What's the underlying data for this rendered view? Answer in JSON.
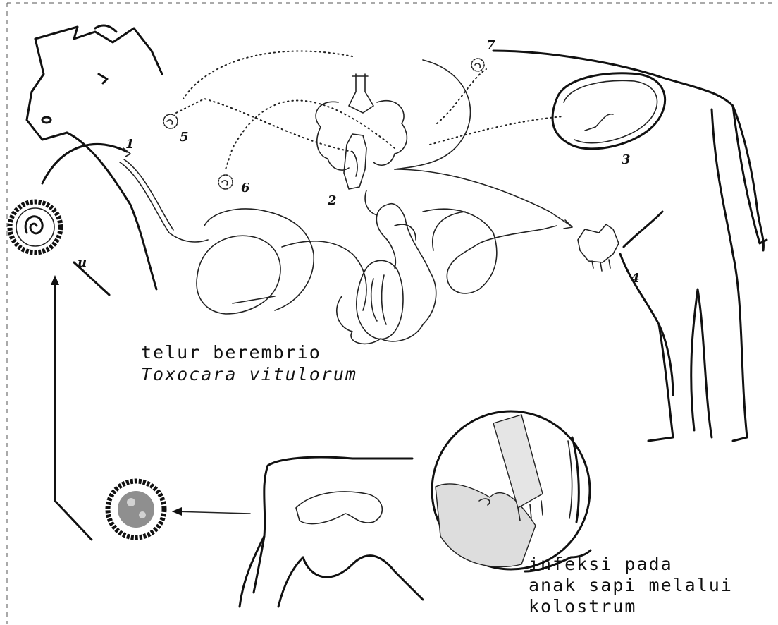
{
  "labels": {
    "stage_1": "1",
    "stage_2": "2",
    "stage_3": "3",
    "stage_4": "4",
    "stage_5": "5",
    "stage_6": "6",
    "stage_7": "7",
    "stage_u": "u"
  },
  "captions": {
    "egg_line1": "telur berembrio",
    "egg_line2": "Toxocara vitulorum",
    "infection_line1": "infeksi pada",
    "infection_line2": "anak sapi melalui",
    "infection_line3": "kolostrum"
  }
}
